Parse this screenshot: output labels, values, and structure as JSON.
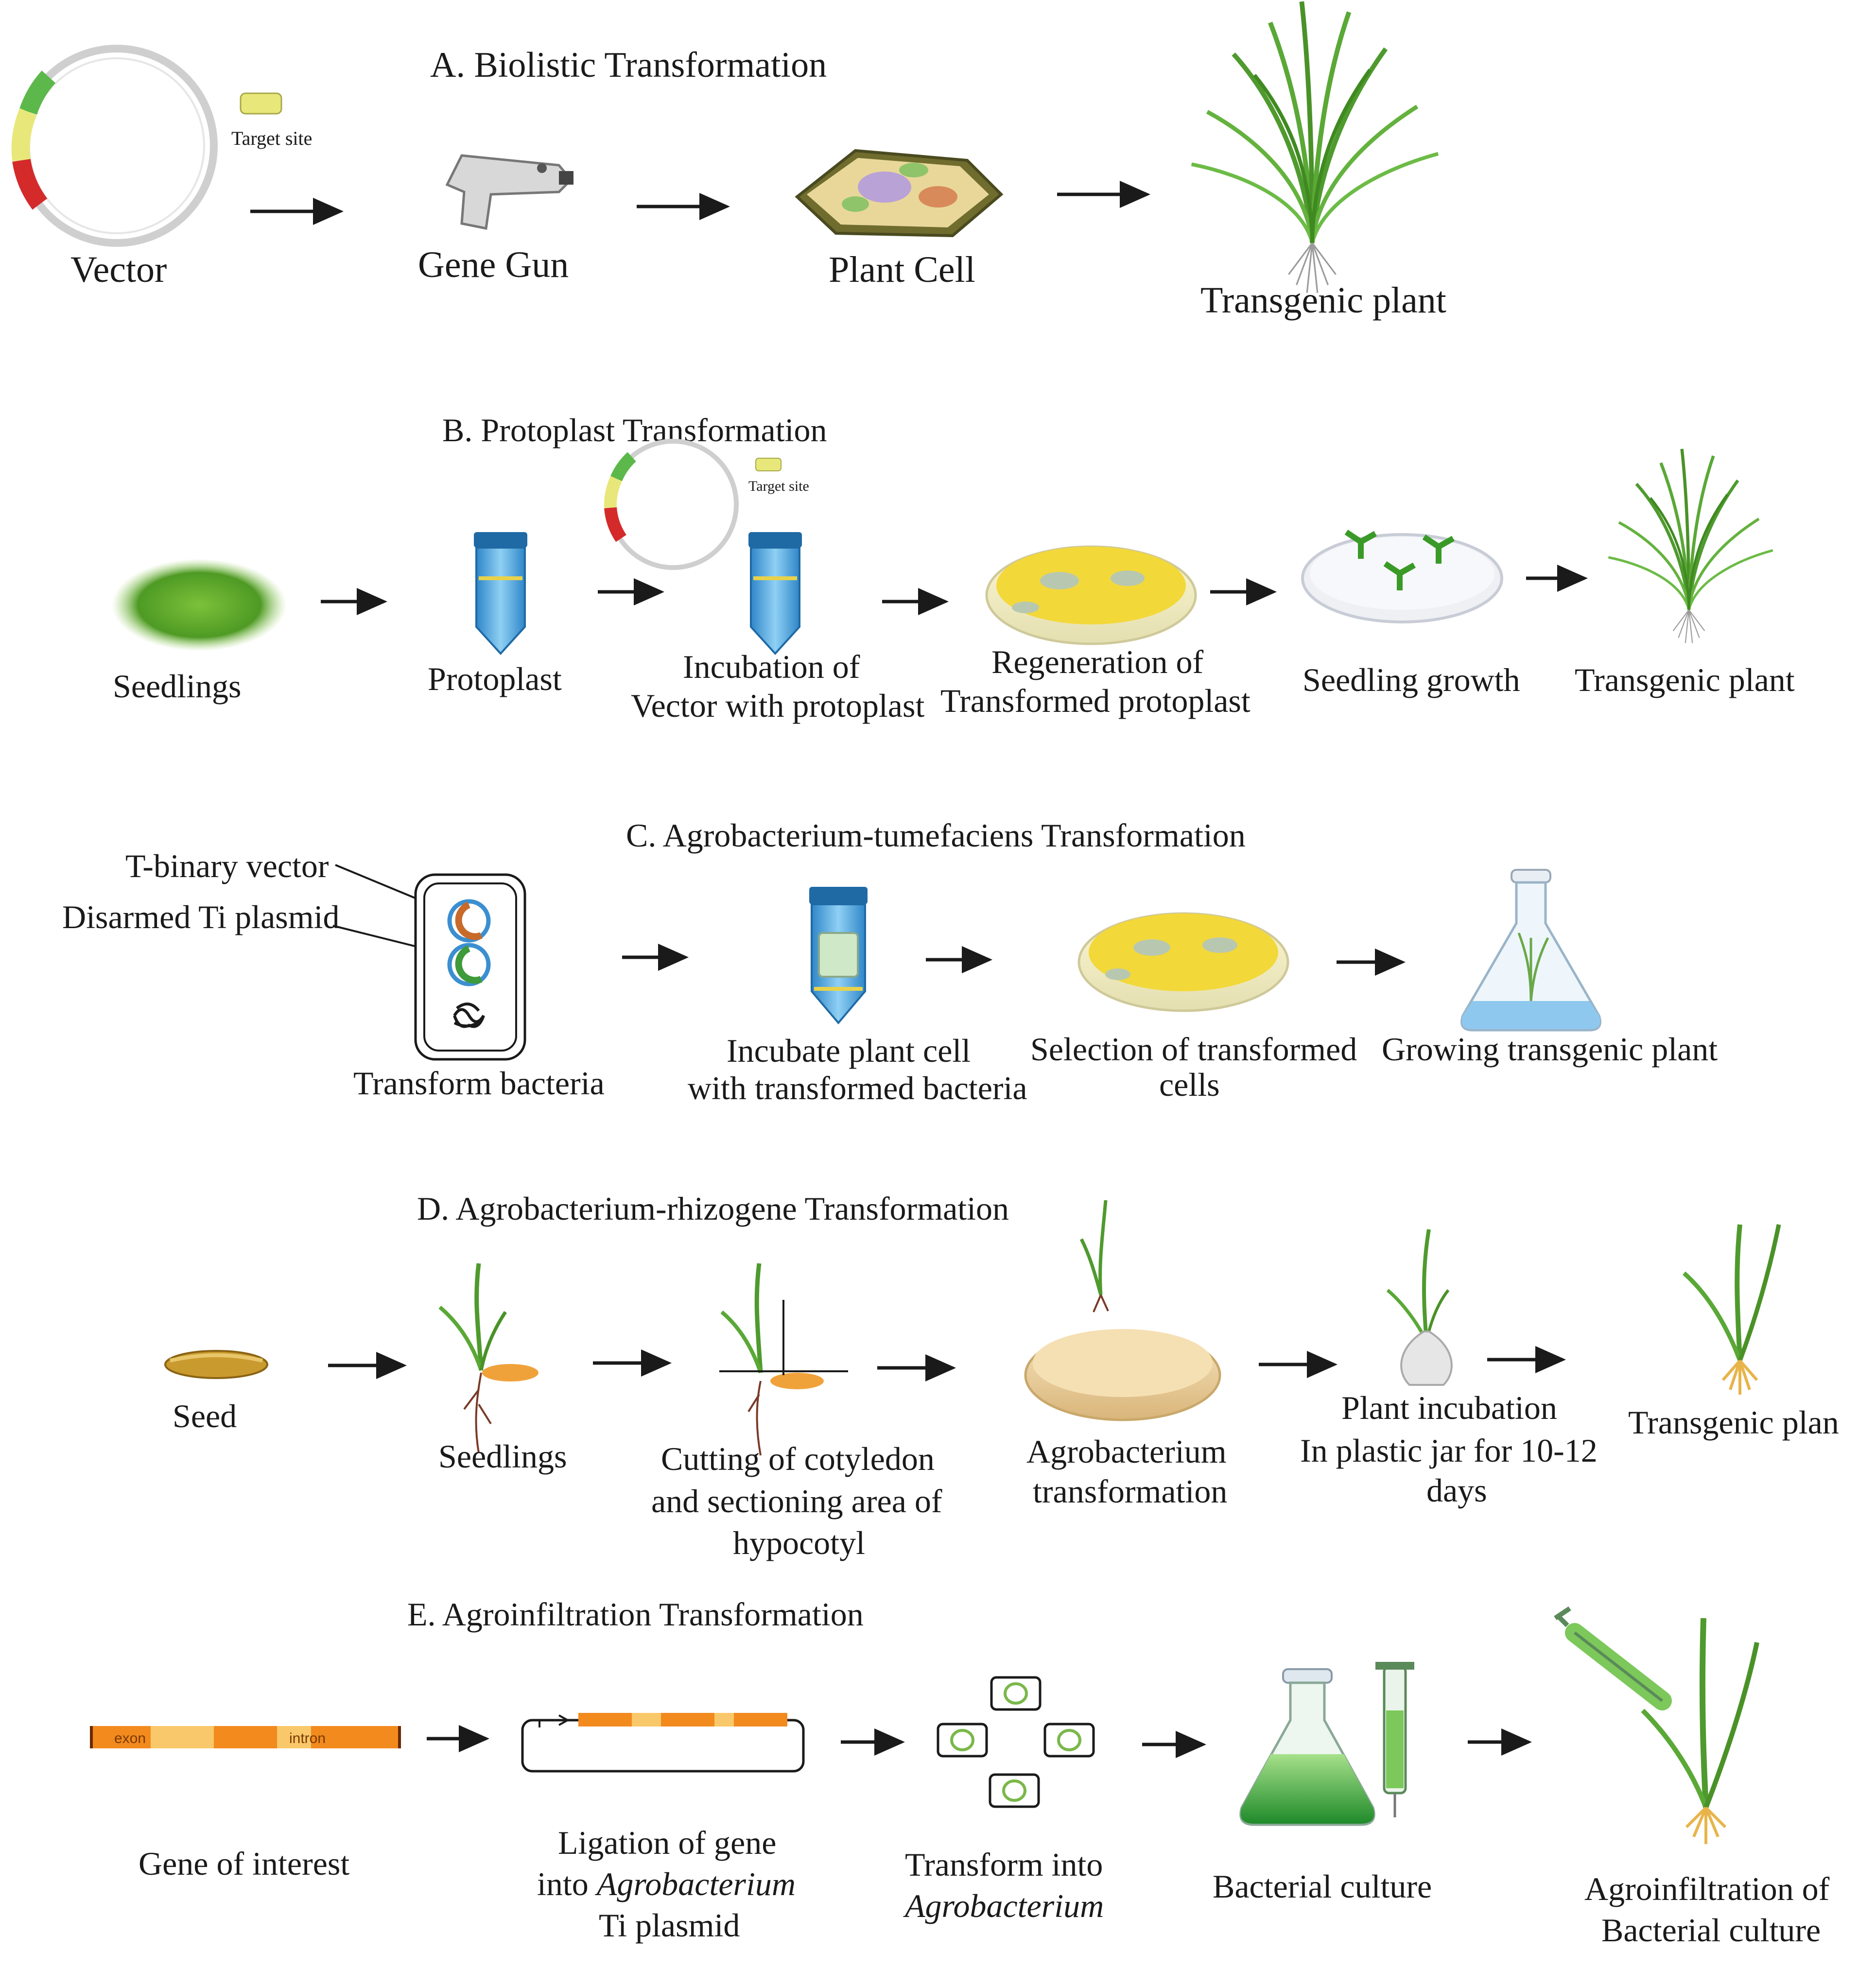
{
  "panels": {
    "a": {
      "title": "A. Biolistic Transformation",
      "vector": "Vector",
      "target": "Target site",
      "gun": "Gene Gun",
      "cell": "Plant Cell",
      "plant": "Transgenic plant"
    },
    "b": {
      "title": "B. Protoplast Transformation",
      "seedlings": "Seedlings",
      "protoplast": "Protoplast",
      "target": "Target site",
      "incubation1": "Incubation of",
      "incubation2": "Vector with protoplast",
      "regen1": "Regeneration of",
      "regen2": "Transformed protoplast",
      "growth": "Seedling growth",
      "plant": "Transgenic plant"
    },
    "c": {
      "title": "C. Agrobacterium-tumefaciens Transformation",
      "tbinary": "T-binary vector",
      "disarmed": "Disarmed Ti plasmid",
      "transform": "Transform bacteria",
      "incubate1": "Incubate plant cell",
      "incubate2": "with transformed bacteria",
      "select1": "Selection of transformed",
      "select2": "cells",
      "grow": "Growing transgenic plant"
    },
    "d": {
      "title": "D. Agrobacterium-rhizogene Transformation",
      "seed": "Seed",
      "seedlings": "Seedlings",
      "cut1": "Cutting of cotyledon",
      "cut2": "and sectioning area of",
      "cut3": "hypocotyl",
      "agro1": "Agrobacterium",
      "agro2": "transformation",
      "inc1": "Plant incubation",
      "inc2": "In plastic jar for 10-12",
      "inc3": "days",
      "plant": "Transgenic plan"
    },
    "e": {
      "title": "E. Agroinfiltration Transformation",
      "exon": "exon",
      "intron": "intron",
      "gene": "Gene of interest",
      "lig1": "Ligation of gene",
      "lig2a": "into ",
      "lig2b": "Agrobacterium",
      "lig3": "Ti plasmid",
      "tr1": "Transform into",
      "tr2": "Agrobacterium",
      "culture": "Bacterial culture",
      "agroinf1": "Agroinfiltration of",
      "agroinf2": "Bacterial culture"
    }
  },
  "colors": {
    "plasmid_green": "#5cb84a",
    "plasmid_yellow": "#e8e87a",
    "plasmid_red": "#d42a2a",
    "plant_green": "#4f9a2e",
    "tube_blue": "#3f9fd8",
    "agar_yellow": "#f3d83a",
    "gene_orange": "#f28a1e",
    "gene_light": "#f9c86a"
  }
}
